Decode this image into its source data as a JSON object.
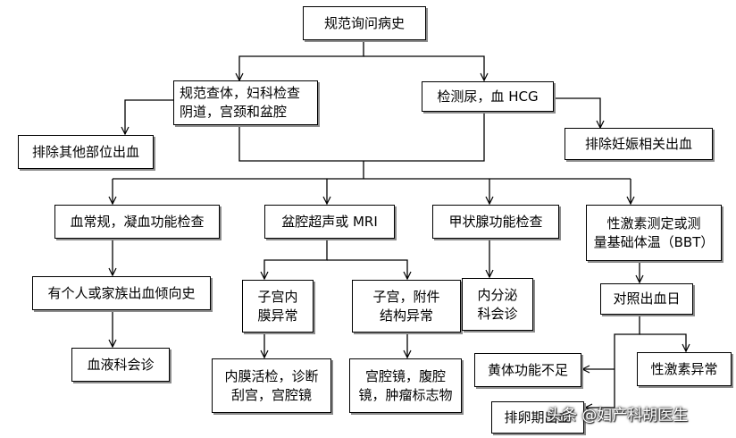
{
  "flowchart": {
    "nodes": {
      "history": "规范询问病史",
      "exam": "规范查体，妇科检查\n阴道，宫颈和盆腔",
      "hcg": "检测尿，血 HCG",
      "exclude_other": "排除其他部位出血",
      "exclude_preg": "排除妊娠相关出血",
      "blood_routine": "血常规，凝血功能检查",
      "ultrasound": "盆腔超声或 MRI",
      "thyroid": "甲状腺功能检查",
      "hormone": "性激素测定或测\n量基础体温（BBT）",
      "family_history": "有个人或家族出血倾向史",
      "endometrial": "子宫内\n膜异常",
      "uterine": "子宫，附件\n结构异常",
      "endocrine": "内分泌\n科会诊",
      "bleeding_day": "对照出血日",
      "hematology": "血液科会诊",
      "biopsy": "内膜活检，诊断\n刮宫，宫腔镜",
      "hysteroscopy": "宫腔镜，腹腔\n镜，肿瘤标志物",
      "luteal": "黄体功能不足",
      "hormone_abnormal": "性激素异常",
      "ovulation": "排卵期出血"
    }
  },
  "watermark": "头条 @妇产科胡医生",
  "colors": {
    "line": "#000000",
    "shadow": "#8c8c8c",
    "background": "#ffffff"
  }
}
